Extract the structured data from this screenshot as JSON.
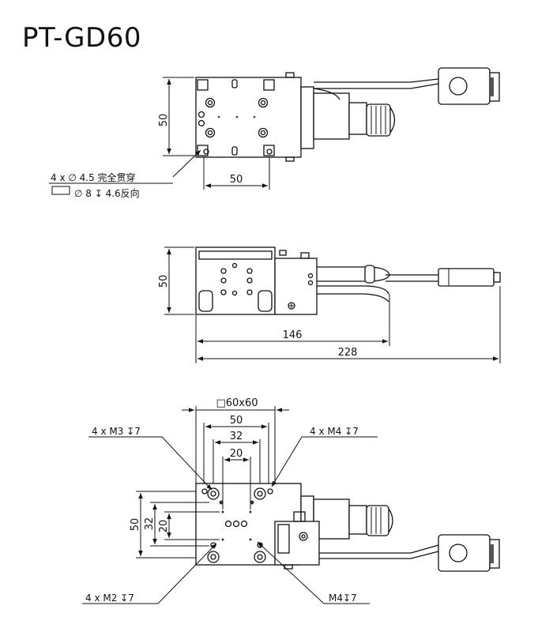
{
  "title": "PT-GD60",
  "top_view": {
    "dim_height": "50",
    "dim_width": "50",
    "hole_note_1": "4 x ∅ 4.5 完全贯穿",
    "hole_note_2": "∅ 8 ↧ 4.6反向"
  },
  "side_view": {
    "dim_height": "50",
    "dim_length_1": "146",
    "dim_length_2": "228"
  },
  "mount_view": {
    "dim_square": "□60x60",
    "dim_50": "50",
    "dim_32": "32",
    "dim_20": "20",
    "dim_v50": "50",
    "dim_v32": "32",
    "dim_v20": "20",
    "note_m3": "4 x  M3 ↧7",
    "note_m4_top": "4 x  M4 ↧7",
    "note_m2": "4 x  M2 ↧7",
    "note_m4_bottom": "M4↧7"
  }
}
